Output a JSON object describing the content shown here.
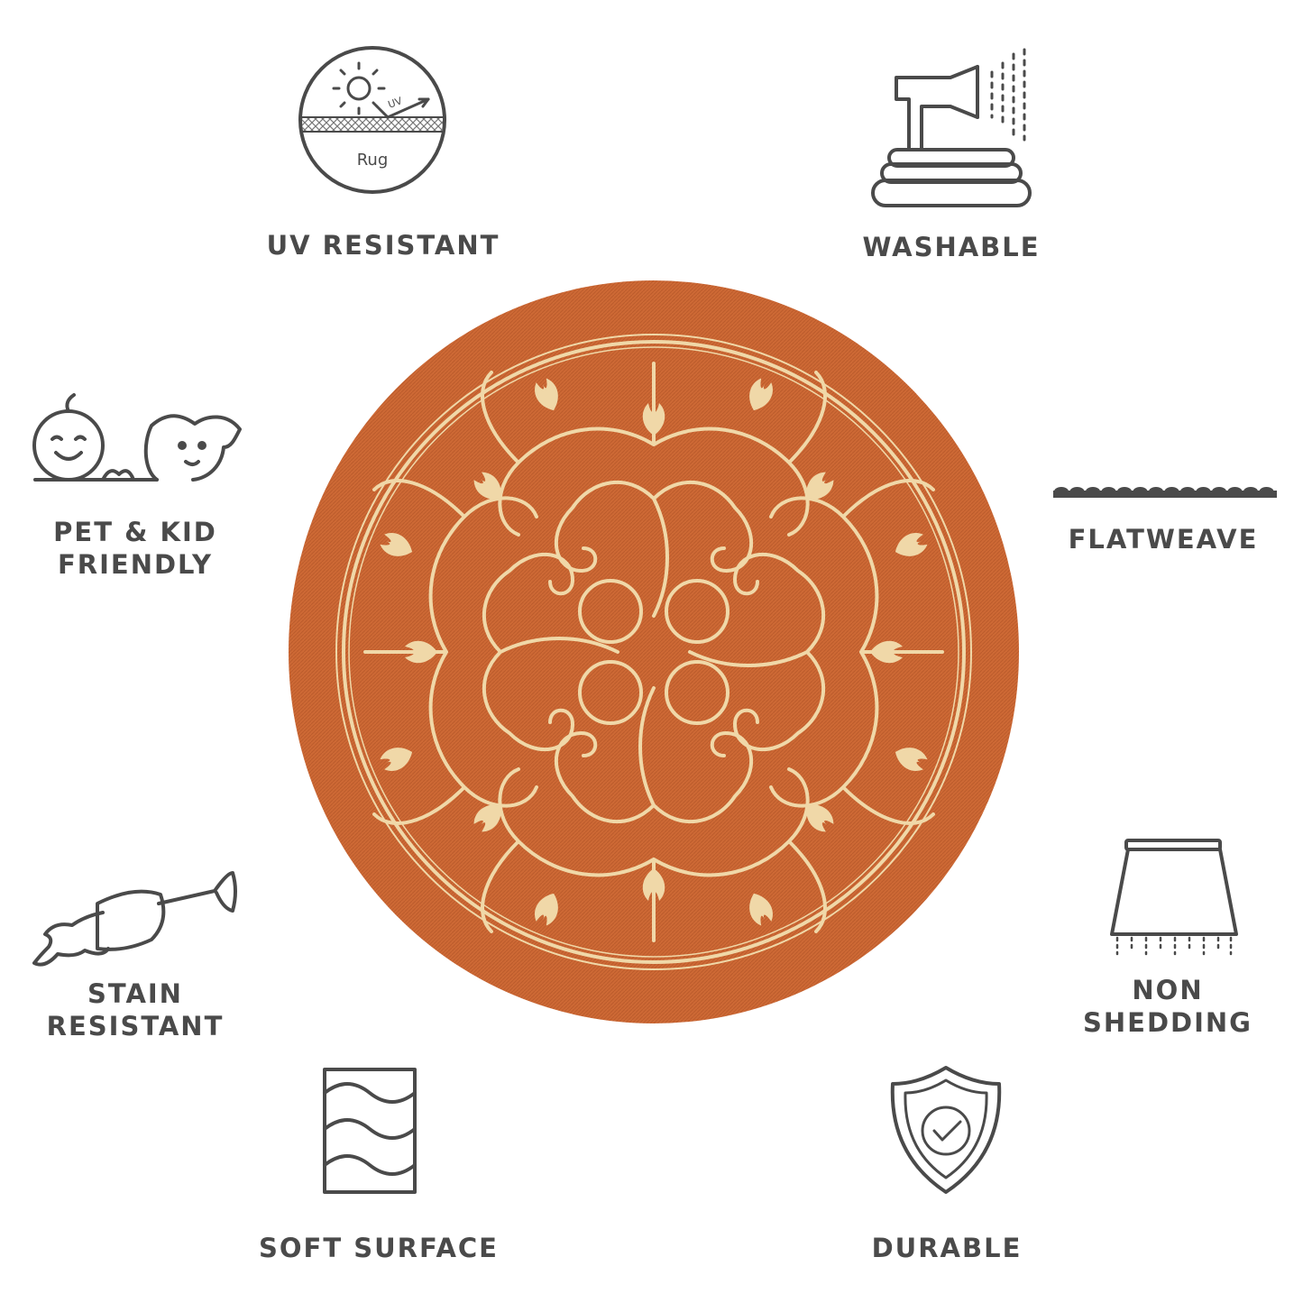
{
  "features": {
    "uv": {
      "label": "UV RESISTANT",
      "icon": "uv-sun-icon",
      "icon_text_uv": "UV",
      "icon_text_rug": "Rug"
    },
    "washable": {
      "label": "WASHABLE",
      "icon": "sprayer-icon"
    },
    "pet_kid": {
      "label_line1": "PET & KID",
      "label_line2": "FRIENDLY",
      "icon": "baby-dog-icon"
    },
    "flatweave": {
      "label": "FLATWEAVE",
      "icon": "flatweave-icon"
    },
    "stain": {
      "label_line1": "STAIN",
      "label_line2": "RESISTANT",
      "icon": "spilled-glass-icon"
    },
    "non_shedding": {
      "label_line1": "NON",
      "label_line2": "SHEDDING",
      "icon": "rug-fringe-icon"
    },
    "soft": {
      "label": "SOFT SURFACE",
      "icon": "wavy-layers-icon"
    },
    "durable": {
      "label": "DURABLE",
      "icon": "shield-check-icon"
    }
  },
  "colors": {
    "text": "#4a4a4a",
    "rug_field": "#cd6935",
    "rug_pattern": "#f0d8a8"
  }
}
